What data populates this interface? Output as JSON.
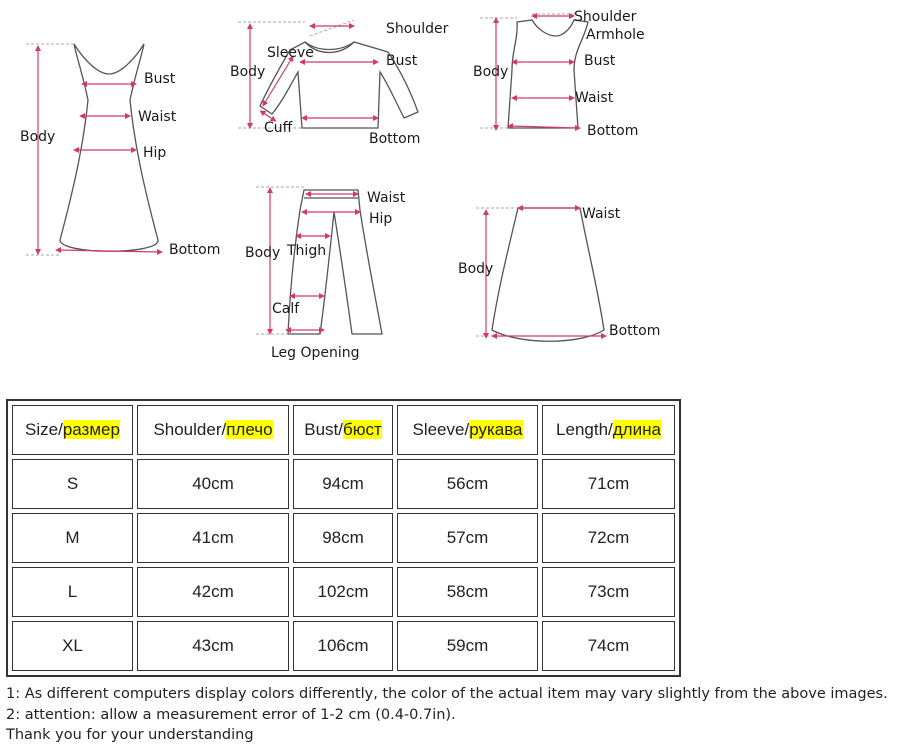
{
  "diagrams": {
    "dress": {
      "bust": "Bust",
      "waist": "Waist",
      "body": "Body",
      "hip": "Hip",
      "bottom": "Bottom"
    },
    "top": {
      "shoulder": "Shoulder",
      "sleeve": "Sleeve",
      "bust": "Bust",
      "body": "Body",
      "cuff": "Cuff",
      "bottom": "Bottom"
    },
    "vest": {
      "shoulder": "Shoulder",
      "armhole": "Armhole",
      "bust": "Bust",
      "body": "Body",
      "waist": "Waist",
      "bottom": "Bottom"
    },
    "pants": {
      "waist": "Waist",
      "hip": "Hip",
      "body": "Body",
      "thigh": "Thigh",
      "calf": "Calf",
      "leg_opening": "Leg Opening"
    },
    "skirt": {
      "waist": "Waist",
      "body": "Body",
      "bottom": "Bottom"
    }
  },
  "size_table": {
    "headers": [
      {
        "en": "Size/",
        "ru": "размер"
      },
      {
        "en": "Shoulder/",
        "ru": "плечо"
      },
      {
        "en": "Bust/",
        "ru": "бюст"
      },
      {
        "en": "Sleeve/",
        "ru": "рукава"
      },
      {
        "en": "Length/",
        "ru": "длина"
      }
    ],
    "rows": [
      [
        "S",
        "40cm",
        "94cm",
        "56cm",
        "71cm"
      ],
      [
        "M",
        "41cm",
        "98cm",
        "57cm",
        "72cm"
      ],
      [
        "L",
        "42cm",
        "102cm",
        "58cm",
        "73cm"
      ],
      [
        "XL",
        "43cm",
        "106cm",
        "59cm",
        "74cm"
      ]
    ]
  },
  "notes": [
    "1: As different computers display colors differently, the color of the actual item may vary slightly from the above images.",
    "2: attention: allow a measurement error of 1-2 cm (0.4-0.7in).",
    "Thank you for your understanding"
  ]
}
